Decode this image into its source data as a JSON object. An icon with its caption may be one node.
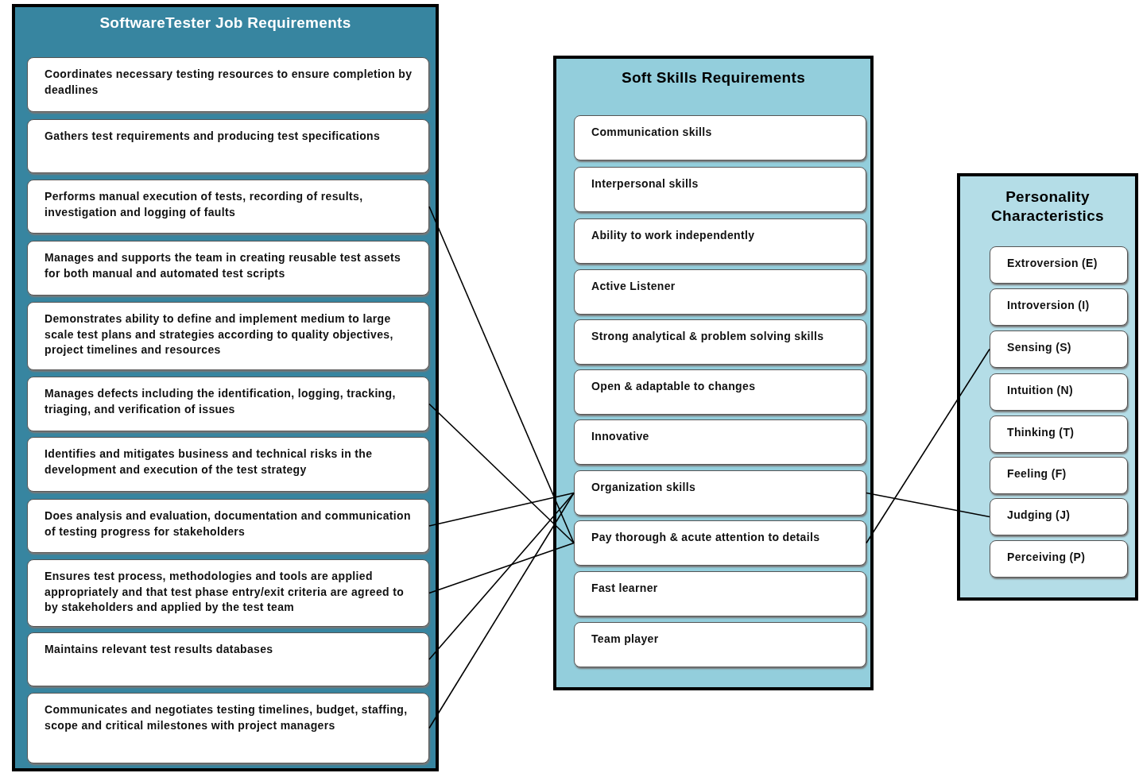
{
  "diagram": {
    "nodes": [
      {
        "text": [
          "SoftwareTester Job Requirements"
        ]
      },
      {
        "text": [
          "Coordinates necessary testing resources to ensure completion by deadlines"
        ],
        "in": 0
      },
      {
        "text": [
          "Gathers test requirements and producing test specifications"
        ],
        "in": 0
      },
      {
        "text": [
          "Performs manual execution of tests, recording of results, investigation and logging of faults"
        ],
        "in": 0
      },
      {
        "text": [
          "Manages and supports the team in creating reusable test assets for both manual and automated test scripts"
        ],
        "in": 0
      },
      {
        "text": [
          "Demonstrates ability to define and implement medium to large scale test plans and strategies according to quality objectives, project timelines and resources"
        ],
        "in": 0
      },
      {
        "text": [
          "Manages defects including the identification, logging, tracking, triaging, and verification of issues"
        ],
        "in": 0
      },
      {
        "text": [
          "Identifies and mitigates business and technical risks in the development and execution of the test strategy"
        ],
        "in": 0
      },
      {
        "text": [
          "Does analysis and evaluation, documentation and communication of testing progress for stakeholders"
        ],
        "in": 0
      },
      {
        "text": [
          "Ensures test process, methodologies and tools are applied appropriately and that test phase entry/exit criteria are agreed to by stakeholders and applied by the test team"
        ],
        "in": 0
      },
      {
        "text": [
          "Maintains relevant test results databases"
        ],
        "in": 0
      },
      {
        "text": [
          "Communicates and negotiates testing timelines, budget, staffing, scope and critical milestones with project managers"
        ],
        "in": 0
      },
      {
        "text": [
          "Soft Skills Requirements"
        ]
      },
      {
        "text": [
          "Communication skills"
        ],
        "in": 12
      },
      {
        "text": [
          "Interpersonal skills"
        ],
        "in": 12
      },
      {
        "text": [
          "Ability to work independently"
        ],
        "in": 12
      },
      {
        "text": [
          "Active Listener"
        ],
        "in": 12
      },
      {
        "text": [
          "Strong analytical & problem solving skills"
        ],
        "in": 12
      },
      {
        "text": [
          "Open & adaptable to changes"
        ],
        "in": 12
      },
      {
        "text": [
          "Innovative"
        ],
        "in": 12
      },
      {
        "text": [
          "Organization skills"
        ],
        "in": 12
      },
      {
        "text": [
          "Pay thorough & acute attention to details"
        ],
        "in": 12
      },
      {
        "text": [
          "Fast learner"
        ],
        "in": 12
      },
      {
        "text": [
          "Team player"
        ],
        "in": 12
      },
      {
        "text": [
          "Personality Characteristics"
        ]
      },
      {
        "text": [
          "Extroversion (E)"
        ],
        "in": 24
      },
      {
        "text": [
          "Introversion (I)"
        ],
        "in": 24
      },
      {
        "text": [
          "Sensing (S)"
        ],
        "in": 24
      },
      {
        "text": [
          "Intuition (N)"
        ],
        "in": 24
      },
      {
        "text": [
          "Thinking (T)"
        ],
        "in": 24
      },
      {
        "text": [
          "Feeling (F)"
        ],
        "in": 24
      },
      {
        "text": [
          "Judging (J)"
        ],
        "in": 24
      },
      {
        "text": [
          "Perceiving (P)"
        ],
        "in": 24
      }
    ],
    "edges": [
      {
        "from": 3,
        "to": 21,
        "arrow": "none"
      },
      {
        "from": 6,
        "to": 21,
        "arrow": "none"
      },
      {
        "from": 8,
        "to": 20,
        "arrow": "none"
      },
      {
        "from": 9,
        "to": 21,
        "arrow": "none"
      },
      {
        "from": 10,
        "to": 20,
        "arrow": "none"
      },
      {
        "from": 11,
        "to": 20,
        "arrow": "none"
      },
      {
        "from": 20,
        "to": 31,
        "arrow": "none"
      },
      {
        "from": 21,
        "to": 27,
        "arrow": "none"
      }
    ]
  }
}
